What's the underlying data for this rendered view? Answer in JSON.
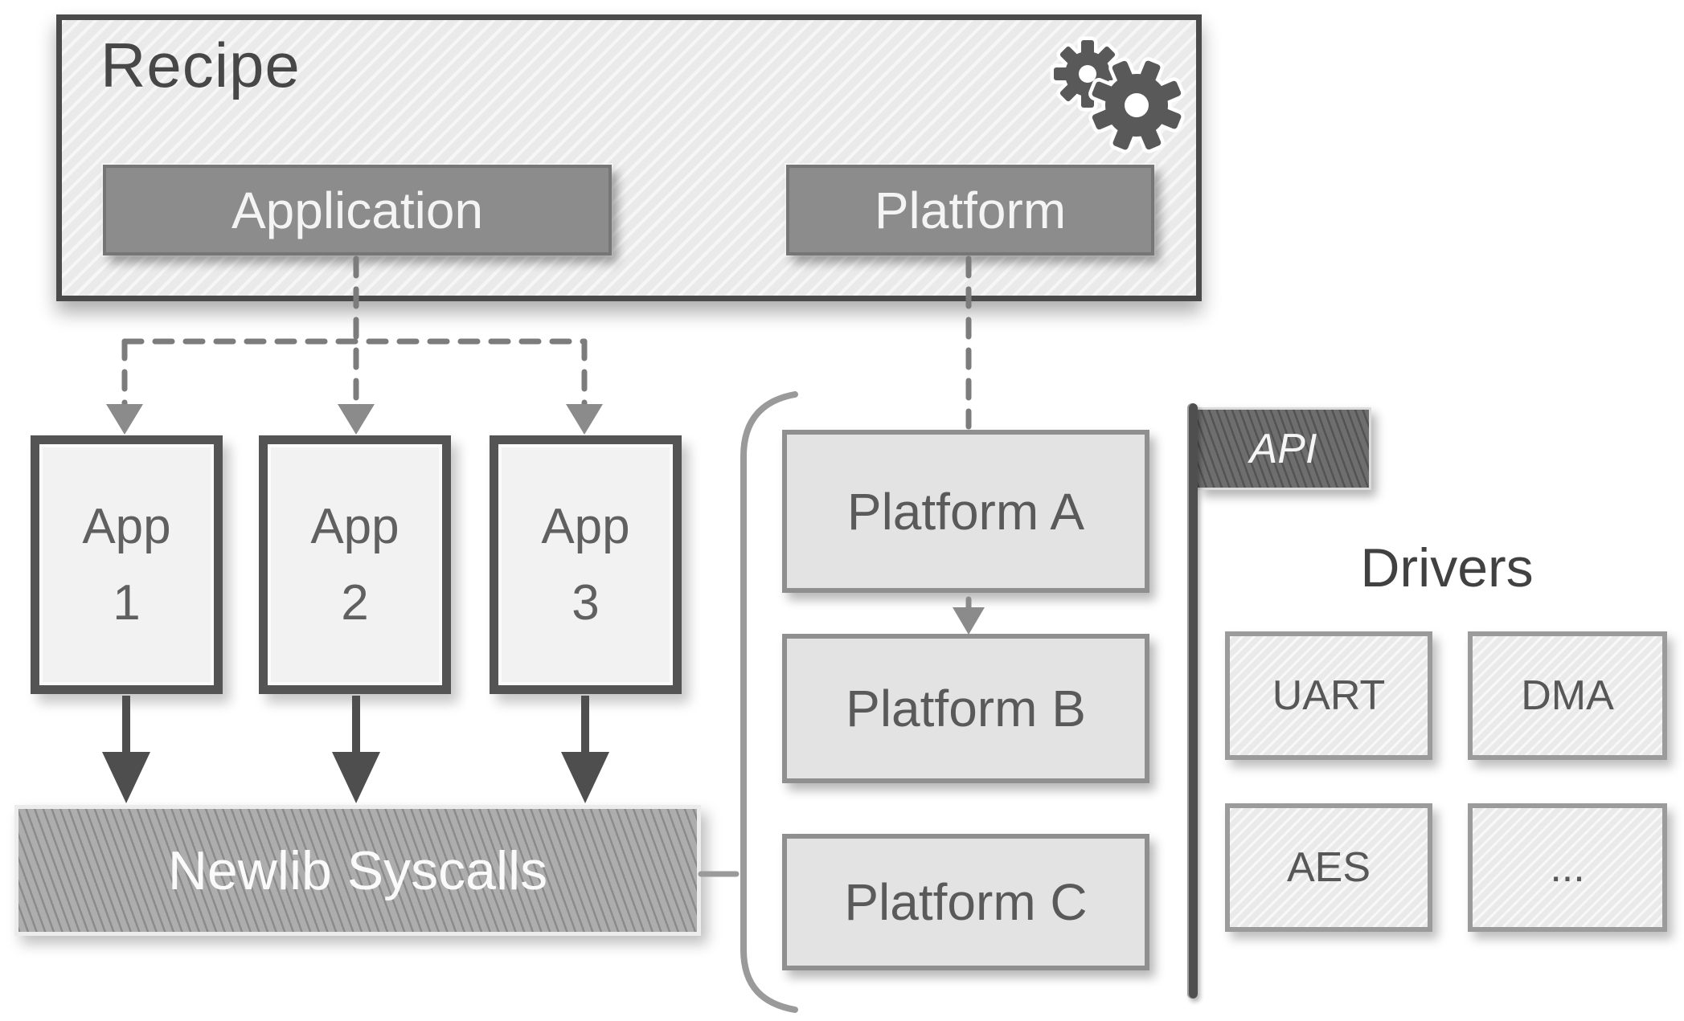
{
  "recipe": {
    "title": "Recipe",
    "buttons": {
      "application": "Application",
      "platform": "Platform"
    }
  },
  "apps": [
    {
      "name": "App",
      "number": "1"
    },
    {
      "name": "App",
      "number": "2"
    },
    {
      "name": "App",
      "number": "3"
    }
  ],
  "newlib_label": "Newlib Syscalls",
  "platforms": [
    "Platform A",
    "Platform B",
    "Platform C"
  ],
  "api_label": "API",
  "drivers": {
    "title": "Drivers",
    "items": [
      "UART",
      "DMA",
      "AES",
      "..."
    ]
  },
  "icons": {
    "recipe_badge": "gears-icon"
  },
  "colors": {
    "panel_fill": "#eeeeee",
    "dark_border": "#4a4a4a",
    "button_fill": "#8c8c8c",
    "app_fill": "#f2f2f2",
    "platform_fill": "#e3e3e3",
    "newlib_fill": "#a8a8a8",
    "driver_fill": "#efefef",
    "api_bar": "#4f4f4f",
    "api_label_fill": "#666666",
    "arrow_dark": "#4e4e4e",
    "arrow_light": "#8b8b8b",
    "bracket": "#9a9a9a",
    "text_dark": "#474747",
    "text_mid": "#5a5a5a",
    "text_on_dark": "#f5f5f5"
  }
}
